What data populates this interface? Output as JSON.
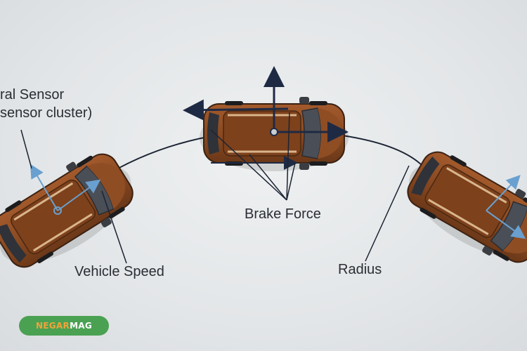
{
  "labels": {
    "lateral_sensor_line1": "ral Sensor",
    "lateral_sensor_line2": "sensor cluster)",
    "brake_force": "Brake Force",
    "vehicle_speed": "Vehicle Speed",
    "radius": "Radius"
  },
  "watermark": {
    "part1": "NEGAR",
    "part2": "MAG"
  },
  "colors": {
    "car_body": "#8a4a22",
    "car_glass": "#4a4f57",
    "vector_blue": "#6aa0cf",
    "vector_dark": "#1e2a44",
    "badge_green": "#4aa152"
  }
}
